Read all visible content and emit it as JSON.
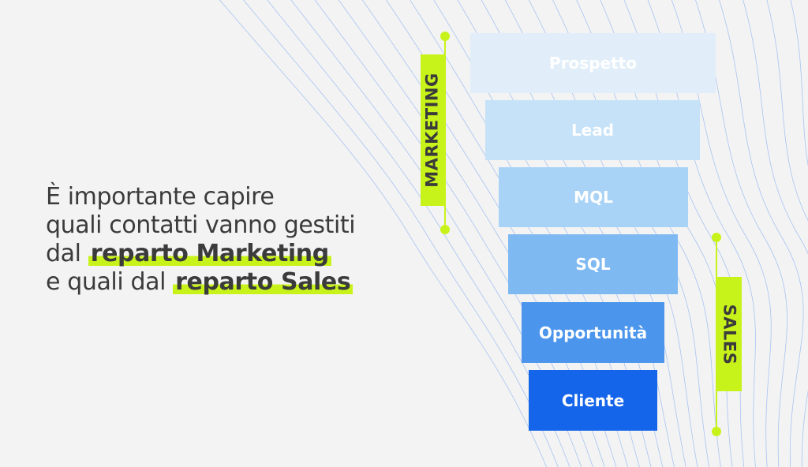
{
  "headline": {
    "line1": "È importante capire",
    "line2": "quali contatti vanno gestiti",
    "line3_pre": "dal ",
    "line3_hl": "reparto Marketing",
    "line4_pre": "e quali dal ",
    "line4_hl": "reparto Sales"
  },
  "funnel": [
    {
      "label": "Prospetto",
      "color": "#e1eef9"
    },
    {
      "label": "Lead",
      "color": "#c6e2f8"
    },
    {
      "label": "MQL",
      "color": "#a9d3f6"
    },
    {
      "label": "SQL",
      "color": "#7fb9f1"
    },
    {
      "label": "Opportunità",
      "color": "#4b96ec"
    },
    {
      "label": "Cliente",
      "color": "#1565ea"
    }
  ],
  "marketing_label": "MARKETING",
  "sales_label": "SALES",
  "colors": {
    "accent": "#c8f31a",
    "text": "#3b3b3b",
    "background": "#f3f3f3",
    "wave_lines": "#8fb4f0"
  }
}
